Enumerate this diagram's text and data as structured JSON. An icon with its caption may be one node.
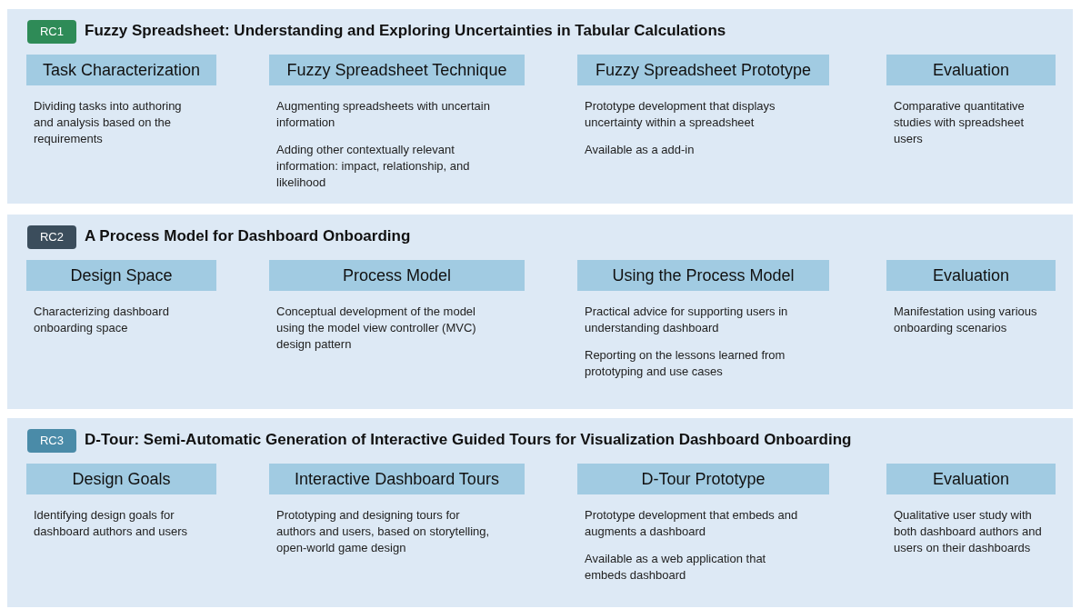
{
  "diagram": {
    "nodes": [
      {
        "text": [
          "Fuzzy Spreadsheet: Understanding and Exploring Uncertainties in Tabular Calculations"
        ]
      },
      {
        "text": [
          "RC1"
        ],
        "in": 0
      },
      {
        "text": [
          "Task Characterization"
        ],
        "in": 0,
        "beside": [
          "Dividing tasks into authoring and analysis based on the requirements"
        ]
      },
      {
        "text": [
          "Fuzzy Spreadsheet Technique"
        ],
        "in": 0,
        "beside": [
          "Augmenting spreadsheets with uncertain information",
          "Adding other contextually relevant information: impact, relationship, and likelihood"
        ]
      },
      {
        "text": [
          "Fuzzy Spreadsheet Prototype"
        ],
        "in": 0,
        "beside": [
          "Prototype development that displays uncertainty within a spreadsheet",
          "Available as a add-in"
        ]
      },
      {
        "text": [
          "Evaluation"
        ],
        "in": 0,
        "beside": [
          "Comparative quantitative studies with spreadsheet users"
        ]
      },
      {
        "text": [
          "A Process Model for Dashboard Onboarding"
        ]
      },
      {
        "text": [
          "RC2"
        ],
        "in": 6
      },
      {
        "text": [
          "Design Space"
        ],
        "in": 6,
        "beside": [
          "Characterizing dashboard onboarding space"
        ]
      },
      {
        "text": [
          "Process Model"
        ],
        "in": 6,
        "beside": [
          "Conceptual development of the model using the model view controller (MVC) design pattern"
        ]
      },
      {
        "text": [
          "Using the Process Model"
        ],
        "in": 6,
        "beside": [
          "Practical advice for supporting users in understanding dashboard",
          "Reporting on the lessons learned from prototyping and use cases"
        ]
      },
      {
        "text": [
          "Evaluation"
        ],
        "in": 6,
        "beside": [
          "Manifestation using various onboarding scenarios"
        ]
      },
      {
        "text": [
          "D-Tour: Semi-Automatic Generation of Interactive Guided Tours for Visualization Dashboard Onboarding"
        ]
      },
      {
        "text": [
          "RC3"
        ],
        "in": 12
      },
      {
        "text": [
          "Design Goals"
        ],
        "in": 12,
        "beside": [
          "Identifying design goals for dashboard authors and users"
        ]
      },
      {
        "text": [
          "Interactive Dashboard Tours"
        ],
        "in": 12,
        "beside": [
          "Prototyping and designing tours for authors and users, based on storytelling, open-world game design"
        ]
      },
      {
        "text": [
          "D-Tour Prototype"
        ],
        "in": 12,
        "beside": [
          "Prototype development that embeds and augments a dashboard",
          "Available as a web application that embeds dashboard"
        ]
      },
      {
        "text": [
          "Evaluation"
        ],
        "in": 12,
        "beside": [
          "Qualitative user study with both dashboard authors and users on their dashboards"
        ]
      }
    ],
    "edges": []
  }
}
